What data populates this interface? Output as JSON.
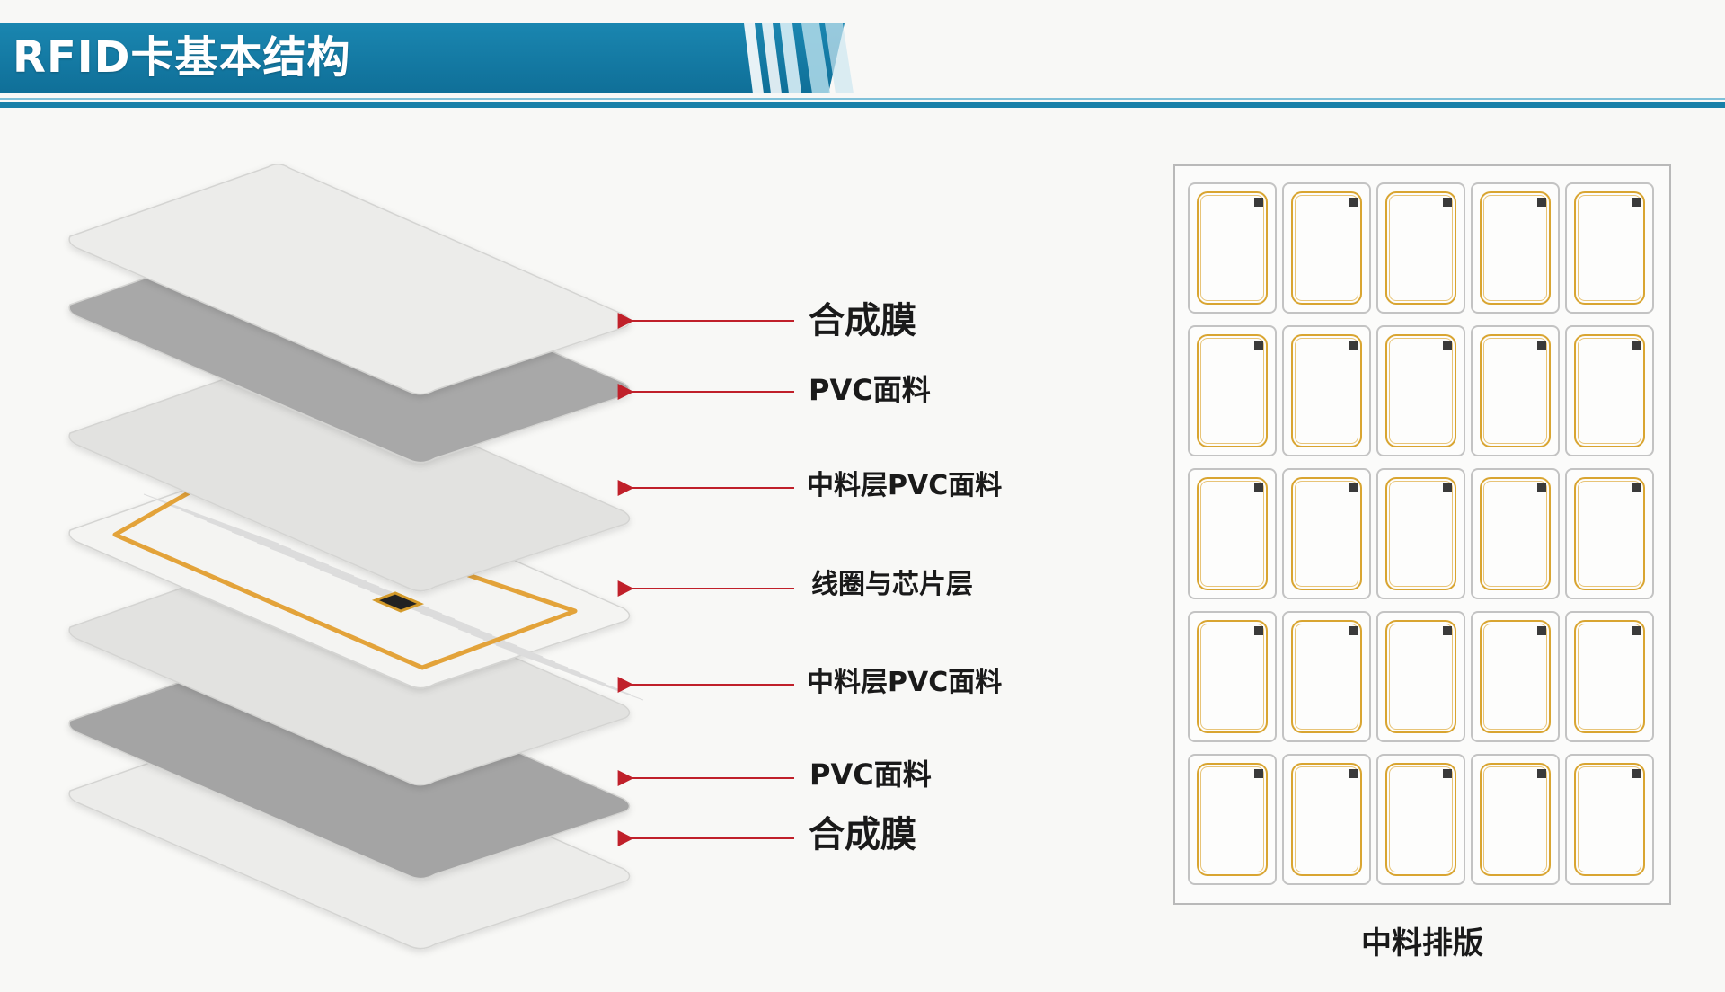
{
  "header": {
    "title": "RFID卡基本结构",
    "accent_color": "#1a86b0"
  },
  "layers": [
    {
      "id": "top-synthetic-film",
      "label": "合成膜",
      "fill": "#ececea"
    },
    {
      "id": "top-pvc-face",
      "label": "PVC面料",
      "fill": "#a8a8a8"
    },
    {
      "id": "upper-middle-pvc",
      "label": "中料层PVC面料",
      "fill": "#e2e2e0"
    },
    {
      "id": "coil-chip-layer",
      "label": "线圈与芯片层",
      "fill": "#f4f4f2"
    },
    {
      "id": "lower-middle-pvc",
      "label": "中料层PVC面料",
      "fill": "#e2e2e0"
    },
    {
      "id": "bottom-pvc-face",
      "label": "PVC面料",
      "fill": "#a4a4a4"
    },
    {
      "id": "bottom-synthetic-film",
      "label": "合成膜",
      "fill": "#ececea"
    }
  ],
  "arrow_color": "#c0202a",
  "coil_color": "#e3a33a",
  "sheet": {
    "caption": "中料排版",
    "rows": 5,
    "cols": 5,
    "coil_color": "#d9a531"
  }
}
